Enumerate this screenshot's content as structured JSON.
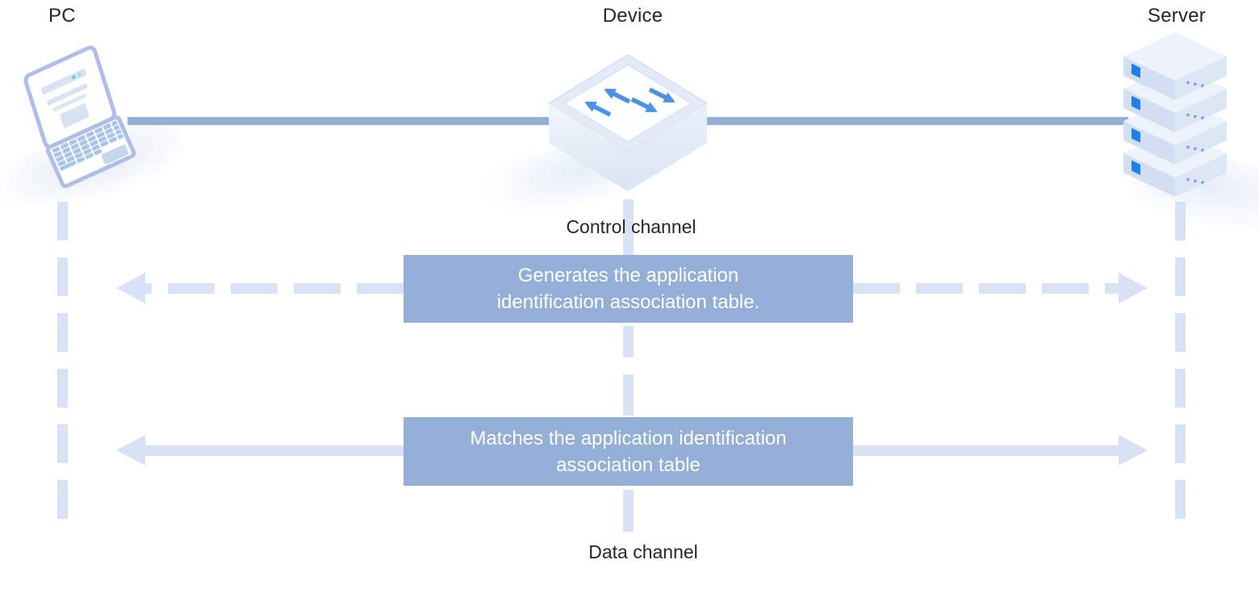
{
  "diagram": {
    "title": "Application identification channels diagram",
    "nodes": {
      "pc": {
        "label": "PC",
        "icon": "laptop-icon"
      },
      "device": {
        "label": "Device",
        "icon": "switch-icon"
      },
      "server": {
        "label": "Server",
        "icon": "server-icon"
      }
    },
    "channels": {
      "control": {
        "label": "Control channel",
        "box_text": "Generates the application identification association table.",
        "arrow_style": "dashed"
      },
      "data": {
        "label": "Data channel",
        "box_text": "Matches the application identification association table",
        "arrow_style": "solid"
      }
    },
    "colors": {
      "box_fill": "#94afd7",
      "box_text": "#ffffff",
      "main_line": "#95b0d8",
      "light_dash": "#d8e2f5",
      "label_text": "#262626",
      "switch_arrow": "#4992e4",
      "server_led": "#1d80e9",
      "laptop_outline": "#b0bde9"
    }
  }
}
